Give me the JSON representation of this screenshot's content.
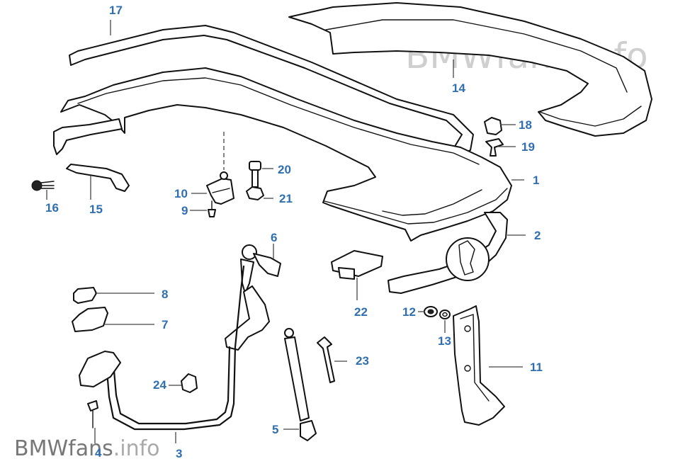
{
  "watermark_top": "BMWfans.info",
  "watermark_bottom": {
    "brand": "BMWfans",
    "suffix": ".info"
  },
  "callouts": [
    "1",
    "2",
    "3",
    "4",
    "5",
    "6",
    "7",
    "8",
    "9",
    "10",
    "11",
    "12",
    "13",
    "14",
    "15",
    "16",
    "17",
    "18",
    "19",
    "20",
    "21",
    "22",
    "23",
    "24"
  ],
  "colors": {
    "callout": "#2f6fb1",
    "line": "#111111",
    "watermark": "#cfcfcf"
  }
}
